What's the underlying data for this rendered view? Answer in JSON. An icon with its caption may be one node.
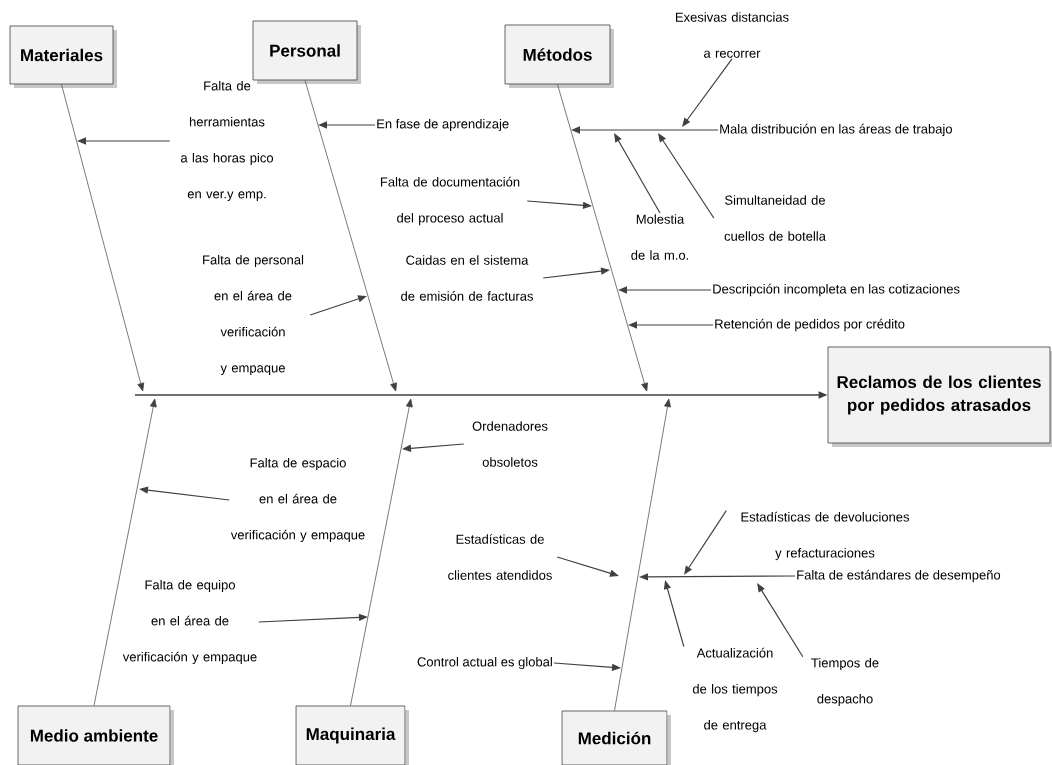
{
  "diagram": {
    "nodes": [
      {
        "text": [
          "Materiales"
        ]
      },
      {
        "text": [
          "Personal"
        ]
      },
      {
        "text": [
          "Métodos"
        ]
      },
      {
        "text": [
          "Reclamos de los clientes por pedidos atrasados"
        ]
      },
      {
        "text": [
          "Medio ambiente"
        ]
      },
      {
        "text": [
          "Maquinaria"
        ]
      },
      {
        "text": [
          "Medición"
        ]
      },
      {
        "text": [
          "Falta de herramientas a las horas pico en ver.y emp."
        ]
      },
      {
        "text": [
          "En fase de aprendizaje"
        ]
      },
      {
        "text": [
          "Falta de personal en el área de verificación y empaque"
        ]
      },
      {
        "text": [
          "Falta de documentación del proceso actual"
        ]
      },
      {
        "text": [
          "Caidas en el sistema de emisión de facturas"
        ]
      },
      {
        "text": [
          "Mala distribución en las áreas de trabajo"
        ]
      },
      {
        "text": [
          "Exesivas distancias a recorrer"
        ]
      },
      {
        "text": [
          "Molestia de la m.o."
        ]
      },
      {
        "text": [
          "Simultaneidad de cuellos de botella"
        ]
      },
      {
        "text": [
          "Descripción incompleta en las cotizaciones"
        ]
      },
      {
        "text": [
          "Retención de pedidos por crédito"
        ]
      },
      {
        "text": [
          "Ordenadores obsoletos"
        ]
      },
      {
        "text": [
          "Falta de espacio en el área de verificación y empaque"
        ]
      },
      {
        "text": [
          "Falta de equipo en el área de verificación y empaque"
        ]
      },
      {
        "text": [
          "Estadísticas de clientes atendidos"
        ]
      },
      {
        "text": [
          "Control actual es global"
        ]
      },
      {
        "text": [
          "Falta de estándares de desempeño"
        ]
      },
      {
        "text": [
          "Estadísticas de devoluciones y refacturaciones"
        ]
      },
      {
        "text": [
          "Actualización de los tiempos de entrega"
        ]
      },
      {
        "text": [
          "Tiempos de despacho"
        ]
      }
    ],
    "edges": [
      {
        "from": null,
        "to": 3,
        "arrow": "to"
      },
      {
        "from": 0,
        "to": null,
        "arrow": "to"
      },
      {
        "from": 1,
        "to": null,
        "arrow": "to"
      },
      {
        "from": 2,
        "to": null,
        "arrow": "to"
      },
      {
        "from": 4,
        "to": null,
        "arrow": "to"
      },
      {
        "from": 5,
        "to": null,
        "arrow": "to"
      },
      {
        "from": 6,
        "to": null,
        "arrow": "to"
      },
      {
        "from": 7,
        "to": null,
        "arrow": "to"
      },
      {
        "from": 8,
        "to": null,
        "arrow": "to"
      },
      {
        "from": 9,
        "to": null,
        "arrow": "to"
      },
      {
        "from": 10,
        "to": null,
        "arrow": "to"
      },
      {
        "from": 11,
        "to": null,
        "arrow": "to"
      },
      {
        "from": 12,
        "to": null,
        "arrow": "to"
      },
      {
        "from": 13,
        "to": null,
        "arrow": "to"
      },
      {
        "from": 14,
        "to": null,
        "arrow": "to"
      },
      {
        "from": 15,
        "to": null,
        "arrow": "to"
      },
      {
        "from": 16,
        "to": null,
        "arrow": "to"
      },
      {
        "from": 17,
        "to": null,
        "arrow": "to"
      },
      {
        "from": 18,
        "to": null,
        "arrow": "to"
      },
      {
        "from": 19,
        "to": null,
        "arrow": "to"
      },
      {
        "from": 20,
        "to": null,
        "arrow": "to"
      },
      {
        "from": 21,
        "to": null,
        "arrow": "to"
      },
      {
        "from": 22,
        "to": null,
        "arrow": "to"
      },
      {
        "from": 23,
        "to": null,
        "arrow": "to"
      },
      {
        "from": 24,
        "to": null,
        "arrow": "to"
      },
      {
        "from": 25,
        "to": null,
        "arrow": "to"
      },
      {
        "from": 26,
        "to": null,
        "arrow": "to"
      }
    ]
  }
}
